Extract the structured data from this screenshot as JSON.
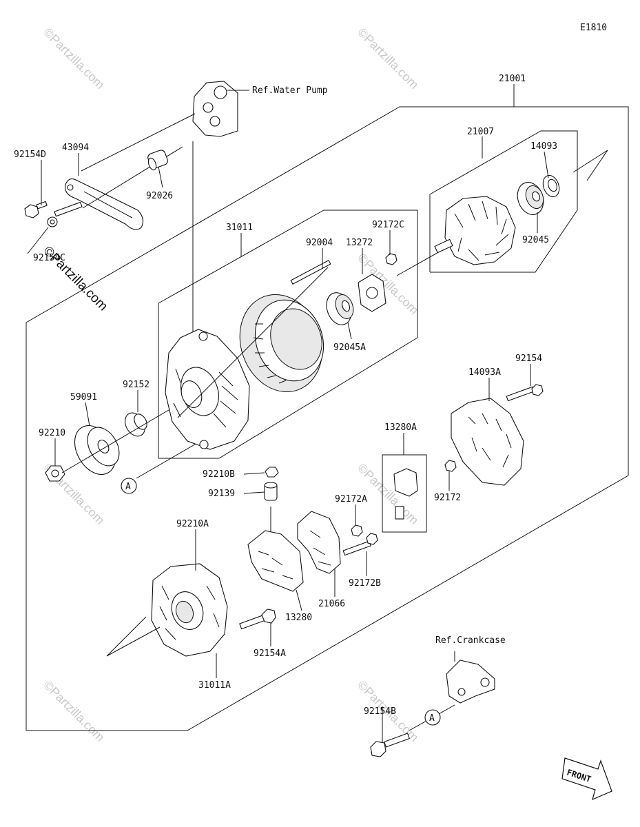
{
  "diagram_code": "E1810",
  "watermark": "©Partzilla.com",
  "refs": {
    "water_pump": "Ref.Water Pump",
    "crankcase": "Ref.Crankcase"
  },
  "callout_marker": "A",
  "front_label": "FRONT",
  "part_numbers": {
    "p21001": "21001",
    "p21007": "21007",
    "p14093": "14093",
    "p43094": "43094",
    "p92154D": "92154D",
    "p92154C": "92154C",
    "p92026": "92026",
    "p31011": "31011",
    "p92004": "92004",
    "p13272": "13272",
    "p92172C": "92172C",
    "p92045": "92045",
    "p92045A": "92045A",
    "p92152": "92152",
    "p59091": "59091",
    "p92210": "92210",
    "p92154": "92154",
    "p14093A": "14093A",
    "p13280A": "13280A",
    "p92210B": "92210B",
    "p92139": "92139",
    "p92172A": "92172A",
    "p92172": "92172",
    "p92210A": "92210A",
    "p92172B": "92172B",
    "p21066": "21066",
    "p13280": "13280",
    "p92154A": "92154A",
    "p31011A": "31011A",
    "p92154B": "92154B"
  }
}
